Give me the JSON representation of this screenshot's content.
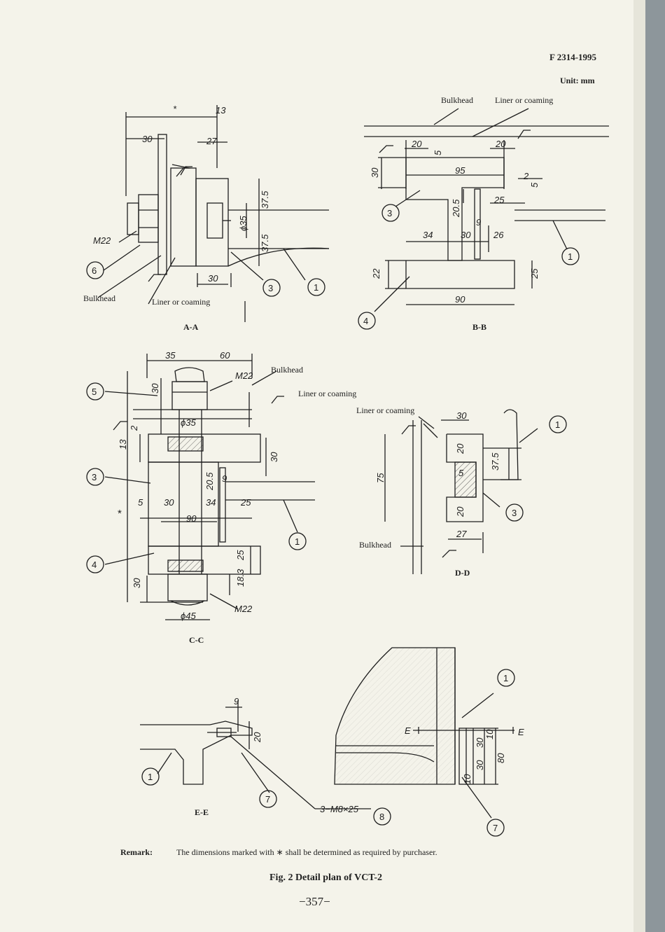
{
  "header": {
    "doc_code": "F 2314-1995",
    "unit": "Unit: mm"
  },
  "labels": {
    "bulkhead": "Bulkhead",
    "liner": "Liner or coaming"
  },
  "views": {
    "aa": {
      "title": "A-A",
      "dims": [
        "*",
        "13",
        "30",
        "27",
        "37.5",
        "ϕ35",
        "37.5",
        "30"
      ],
      "bolt": "M22",
      "marks": [
        "6",
        "3",
        "1"
      ]
    },
    "bb": {
      "title": "B-B",
      "dims": [
        "20",
        "5",
        "20",
        "30",
        "95",
        "2",
        "5",
        "20.5",
        "25",
        "9",
        "34",
        "30",
        "26",
        "22",
        "25",
        "90"
      ],
      "marks": [
        "3",
        "4",
        "1"
      ]
    },
    "cc": {
      "title": "C-C",
      "dims": [
        "35",
        "60",
        "30",
        "ϕ35",
        "2",
        "13",
        "30",
        "20.5",
        "9",
        "5",
        "30",
        "34",
        "25",
        "90",
        "*",
        "25",
        "30",
        "18.3",
        "ϕ45"
      ],
      "bolts": [
        "M22",
        "M22"
      ],
      "marks": [
        "5",
        "3",
        "4",
        "1"
      ]
    },
    "dd": {
      "title": "D-D",
      "dims": [
        "30",
        "20",
        "37.5",
        "75",
        "5",
        "20",
        "27"
      ],
      "marks": [
        "1",
        "3"
      ]
    },
    "ee": {
      "title": "E-E",
      "dims": [
        "9",
        "20"
      ],
      "marks": [
        "1",
        "7"
      ]
    },
    "detail": {
      "section_mark": "E",
      "dims": [
        "30",
        "10",
        "80",
        "30",
        "10"
      ],
      "marks": [
        "1",
        "7",
        "8"
      ],
      "screw": "3−M8×25"
    }
  },
  "remark": {
    "label": "Remark:",
    "text": "The dimensions marked with ∗ shall be determined as required by purchaser."
  },
  "caption": "Fig. 2  Detail plan of VCT-2",
  "page_number": "−357−",
  "colors": {
    "paper": "#f4f3ea",
    "ink": "#1e1e1e",
    "background": "#7e8890"
  }
}
